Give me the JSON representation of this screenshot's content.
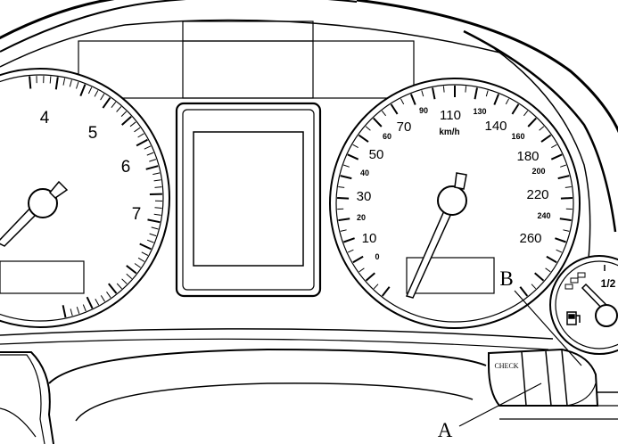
{
  "tachometer": {
    "numerals": [
      "4",
      "5",
      "6",
      "7"
    ]
  },
  "speedometer": {
    "unit": "km/h",
    "major_labels": [
      "10",
      "30",
      "50",
      "70",
      "110",
      "140",
      "180",
      "220",
      "260"
    ],
    "minor_labels": [
      "0",
      "20",
      "40",
      "60",
      "90",
      "130",
      "160",
      "200",
      "240"
    ]
  },
  "fuel_gauge": {
    "half_label": "1/2",
    "icon": "fuel-pump-icon"
  },
  "stalk": {
    "label": "CHECK"
  },
  "callouts": {
    "a": "A",
    "b": "B"
  }
}
